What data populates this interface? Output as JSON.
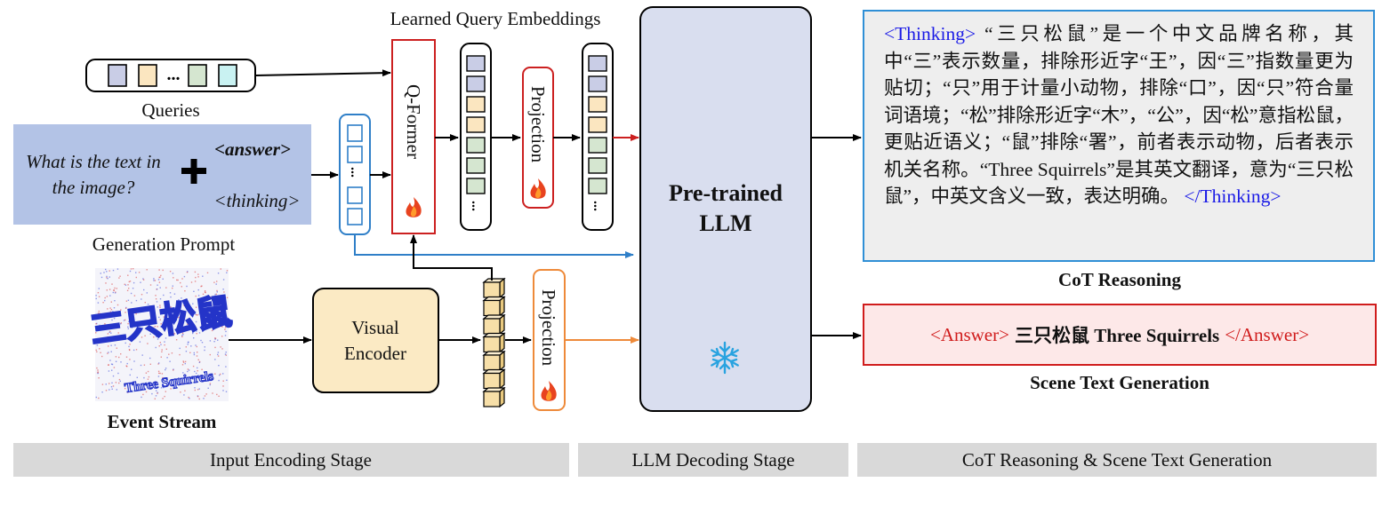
{
  "labels": {
    "learned_query_embeddings": "Learned Query Embeddings",
    "queries": "Queries",
    "question": [
      "What is the text in",
      "the image?"
    ],
    "answer_tag": "<answer>",
    "thinking_tag": "<thinking>",
    "generation_prompt": "Generation Prompt",
    "qformer": "Q-Former",
    "projection": "Projection",
    "ellipsis": "...",
    "llm": [
      "Pre-trained",
      "LLM"
    ],
    "visual_encoder": [
      "Visual",
      "Encoder"
    ],
    "event_stream": "Event Stream",
    "cot_reasoning": "CoT Reasoning",
    "scene_text_generation": "Scene Text Generation"
  },
  "event_image": {
    "line1": "三只松鼠",
    "line2": "Three Squirrels"
  },
  "cot": {
    "open_tag": "<Thinking>",
    "text": " “三只松鼠”是一个中文品牌名称，其中“三”表示数量，排除形近字“王”，因“三”指数量更为贴切；“只”用于计量小动物，排除“口”，因“只”符合量词语境；“松”排除形近字“木”，“公”，因“松”意指松鼠，更贴近语义；“鼠”排除“署”，前者表示动物，后者表示机关名称。“Three Squirrels”是其英文翻译，意为“三只松鼠”，中英文含义一致，表达明确。",
    "close_tag": "</Thinking>"
  },
  "answer": {
    "open_tag": "<Answer>",
    "text": "三只松鼠 Three Squirrels",
    "close_tag": "</Answer>"
  },
  "stages": [
    "Input Encoding Stage",
    "LLM Decoding Stage",
    "CoT Reasoning & Scene Text Generation"
  ],
  "colors": {
    "query_tokens": [
      "#c9cde6",
      "#fbe6c0",
      "#d5e6d0",
      "#c9f2f2"
    ],
    "blue_arrow": "#2f7fc8",
    "red_arrow": "#cc2020",
    "orange_arrow": "#ee8a3a",
    "llm_fill": "#d9deef",
    "prompt_fill": "#b3c3e6",
    "encoder_fill": "#fbeac4",
    "visual_token_fill": "#f7dfa8",
    "stage_bar": "#d9d9d9"
  }
}
